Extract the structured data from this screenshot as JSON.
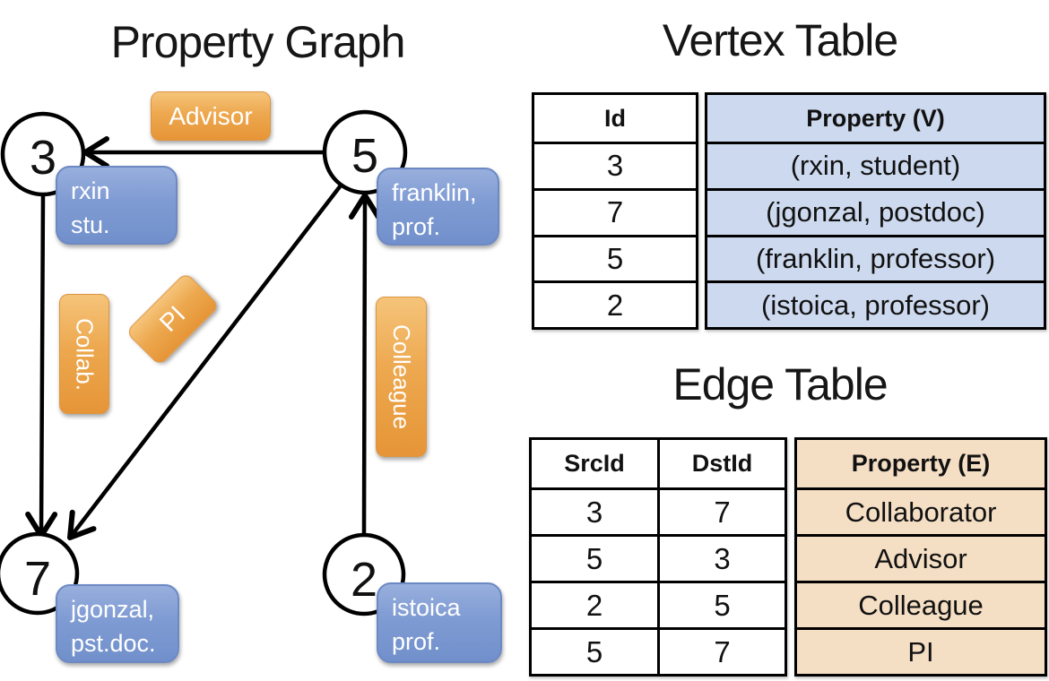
{
  "graph": {
    "title": "Property Graph",
    "nodes": [
      {
        "label": "3",
        "prop_line1": "rxin",
        "prop_line2": "stu."
      },
      {
        "label": "5",
        "prop_line1": "franklin,",
        "prop_line2": "prof."
      },
      {
        "label": "7",
        "prop_line1": "jgonzal,",
        "prop_line2": "pst.doc."
      },
      {
        "label": "2",
        "prop_line1": "istoica",
        "prop_line2": "prof."
      }
    ],
    "edge_labels": {
      "advisor": "Advisor",
      "collab": "Collab.",
      "pi": "PI",
      "colleague": "Colleague"
    },
    "edges": [
      {
        "from": "5",
        "to": "3",
        "label": "Advisor"
      },
      {
        "from": "3",
        "to": "7",
        "label": "Collab."
      },
      {
        "from": "5",
        "to": "7",
        "label": "PI"
      },
      {
        "from": "2",
        "to": "5",
        "label": "Colleague"
      }
    ]
  },
  "vertex_table": {
    "title": "Vertex Table",
    "columns": [
      "Id",
      "Property (V)"
    ],
    "rows": [
      [
        "3",
        "(rxin, student)"
      ],
      [
        "7",
        "(jgonzal, postdoc)"
      ],
      [
        "5",
        "(franklin, professor)"
      ],
      [
        "2",
        "(istoica, professor)"
      ]
    ]
  },
  "edge_table": {
    "title": "Edge Table",
    "columns": [
      "SrcId",
      "DstId",
      "Property (E)"
    ],
    "rows": [
      [
        "3",
        "7",
        "Collaborator"
      ],
      [
        "5",
        "3",
        "Advisor"
      ],
      [
        "2",
        "5",
        "Colleague"
      ],
      [
        "5",
        "7",
        "PI"
      ]
    ]
  },
  "colors": {
    "vertex_property_fill": "#cdd9ee",
    "edge_property_fill": "#f4dec4",
    "node_box_blue": "#7f9bd3",
    "edge_label_orange": "#eda84f",
    "line_black": "#000000",
    "background": "#ffffff"
  }
}
